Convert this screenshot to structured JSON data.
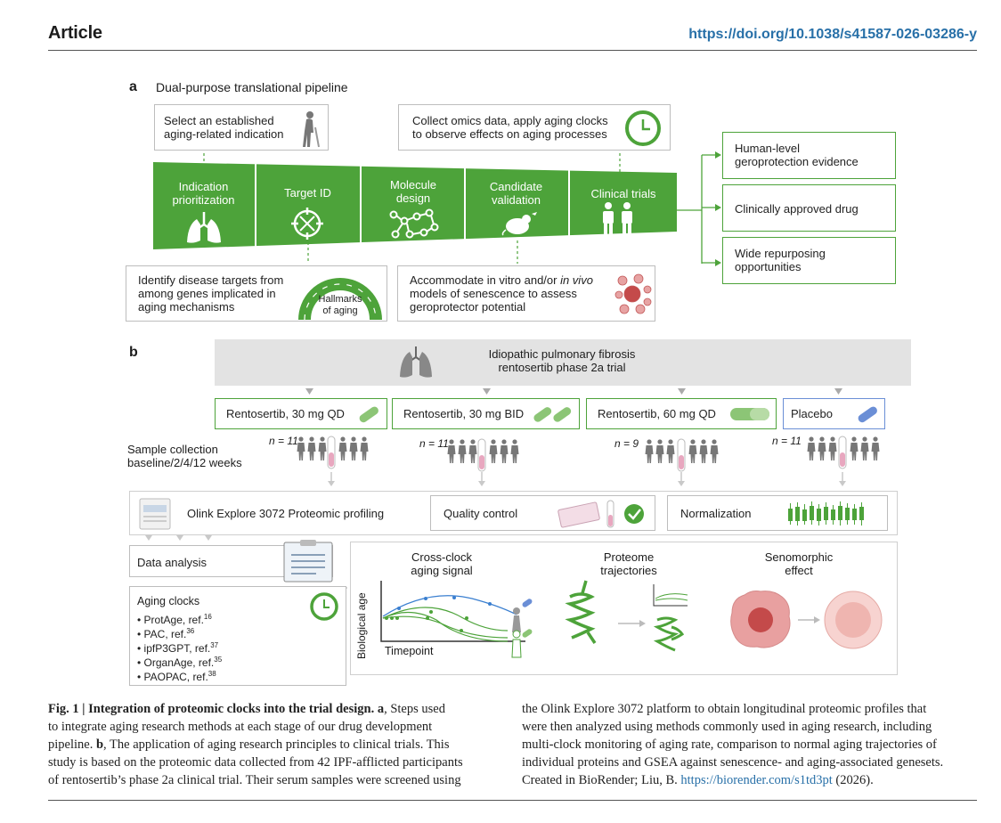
{
  "header": {
    "article": "Article",
    "doi": "https://doi.org/10.1038/s41587-026-03286-y"
  },
  "panel_a": {
    "label": "a",
    "title": "Dual-purpose translational pipeline",
    "top_left_box": [
      "Select an established",
      "aging-related indication"
    ],
    "top_right_box": [
      "Collect omics data, apply aging clocks",
      "to observe effects on aging processes"
    ],
    "stages": [
      {
        "label": [
          "Indication",
          "prioritization"
        ],
        "icon": "lungs-icon"
      },
      {
        "label": [
          "Target ID"
        ],
        "icon": "dna-target-icon"
      },
      {
        "label": [
          "Molecule",
          "design"
        ],
        "icon": "molecule-icon"
      },
      {
        "label": [
          "Candidate",
          "validation"
        ],
        "icon": "mouse-icon"
      },
      {
        "label": [
          "Clinical trials"
        ],
        "icon": "people-icon"
      }
    ],
    "bottom_left_box": [
      "Identify disease targets from",
      "among genes implicated in",
      "aging mechanisms"
    ],
    "hallmarks_label": [
      "Hallmarks",
      "of aging"
    ],
    "bottom_right_box": {
      "line1_pre": "Accommodate in vitro and/or ",
      "line1_em": "in vivo",
      "line2": "models of senescence to assess",
      "line3": "geroprotector potential"
    },
    "outcomes": [
      [
        "Human-level",
        "geroprotection evidence"
      ],
      [
        "Clinically approved drug"
      ],
      [
        "Wide repurposing",
        "opportunities"
      ]
    ],
    "colors": {
      "green": "#4da33a",
      "border_gray": "#bdbdbd"
    }
  },
  "panel_b": {
    "label": "b",
    "trial_title": [
      "Idiopathic pulmonary fibrosis",
      "rentosertib phase 2a trial"
    ],
    "arms": [
      {
        "label": "Rentosertib, 30 mg QD",
        "n": "n = 11"
      },
      {
        "label": "Rentosertib, 30 mg BID",
        "n": "n = 11"
      },
      {
        "label": "Rentosertib, 60 mg QD",
        "n": "n = 9"
      },
      {
        "label": "Placebo",
        "n": "n = 11"
      }
    ],
    "sample_collection": [
      "Sample collection",
      "baseline/2/4/12 weeks"
    ],
    "profiling": "Olink Explore 3072 Proteomic profiling",
    "quality_control": "Quality control",
    "normalization": "Normalization",
    "data_analysis": "Data analysis",
    "aging_clocks": {
      "title": "Aging clocks",
      "items": [
        {
          "text": "• ProtAge, ref.",
          "sup": "16"
        },
        {
          "text": "• PAC, ref.",
          "sup": "36"
        },
        {
          "text": "• ipfP3GPT, ref.",
          "sup": "37"
        },
        {
          "text": "• OrganAge, ref.",
          "sup": "35"
        },
        {
          "text": "• PAOPAC, ref.",
          "sup": "38"
        }
      ]
    },
    "cross_clock": {
      "title": [
        "Cross-clock",
        "aging signal"
      ],
      "ylabel": "Biological age",
      "xlabel": "Timepoint"
    },
    "proteome_trajectories": [
      "Proteome",
      "trajectories"
    ],
    "senomorphic": [
      "Senomorphic",
      "effect"
    ]
  },
  "caption": {
    "fig": "Fig. 1 | Integration of proteomic clocks into the trial design.",
    "left": [
      {
        "b": "a",
        "t": ", Steps used"
      },
      {
        "t": "to integrate aging research methods at each stage of our drug development"
      },
      {
        "t": "pipeline. "
      },
      {
        "t": "study is based on the proteomic data collected from 42 IPF-afflicted participants"
      },
      {
        "t": "of rentosertib’s phase 2a clinical trial. Their serum samples were screened using"
      }
    ],
    "left_line3_b": "b",
    "left_line3_rest": ", The application of aging research principles to clinical trials. This",
    "right": [
      "the Olink Explore 3072 platform to obtain longitudinal proteomic profiles that",
      "were then analyzed using methods commonly used in aging research, including",
      "multi-clock monitoring of aging rate, comparison to normal aging trajectories of",
      "individual proteins and GSEA against senescence- and aging-associated genesets.",
      "Created in BioRender; Liu, B. "
    ],
    "link": "https://biorender.com/s1td3pt",
    "link_suffix": " (2026)."
  }
}
